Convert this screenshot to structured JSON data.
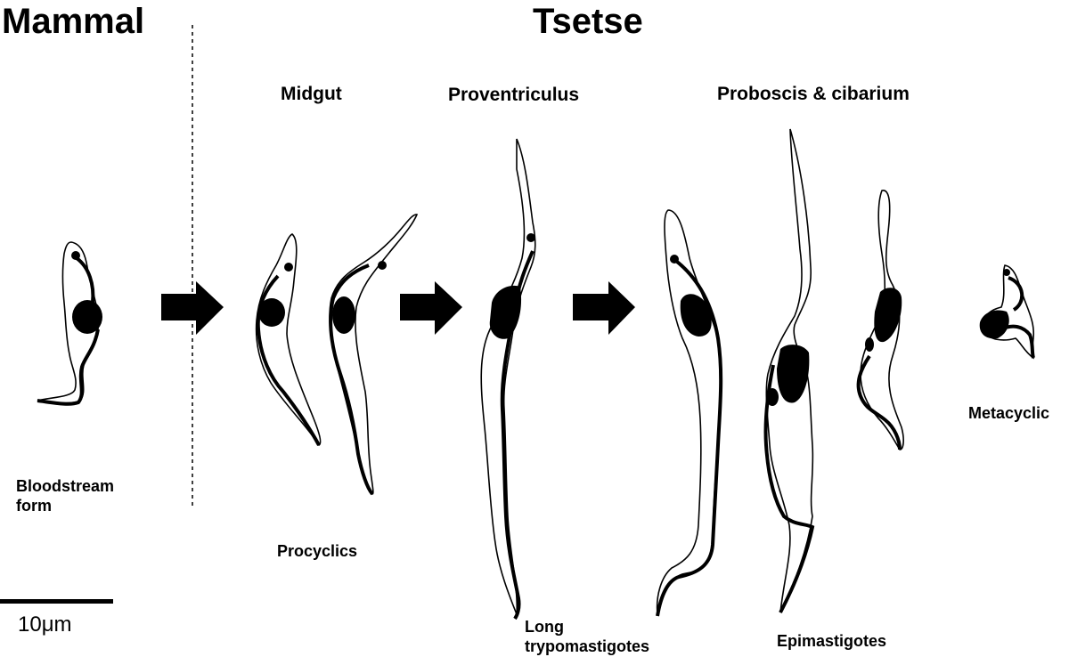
{
  "headings": {
    "left": "Mammal",
    "right": "Tsetse"
  },
  "regions": {
    "midgut": "Midgut",
    "proventriculus": "Proventriculus",
    "proboscis": "Proboscis & cibarium"
  },
  "stages": {
    "bloodstream_line1": "Bloodstream",
    "bloodstream_line2": "form",
    "procyclics": "Procyclics",
    "long_line1": "Long",
    "long_line2": "trypomastigotes",
    "epimastigotes": "Epimastigotes",
    "metacyclic": "Metacyclic"
  },
  "scale_bar": {
    "label": "10μm"
  },
  "colors": {
    "ink": "#000000",
    "background": "#ffffff"
  }
}
